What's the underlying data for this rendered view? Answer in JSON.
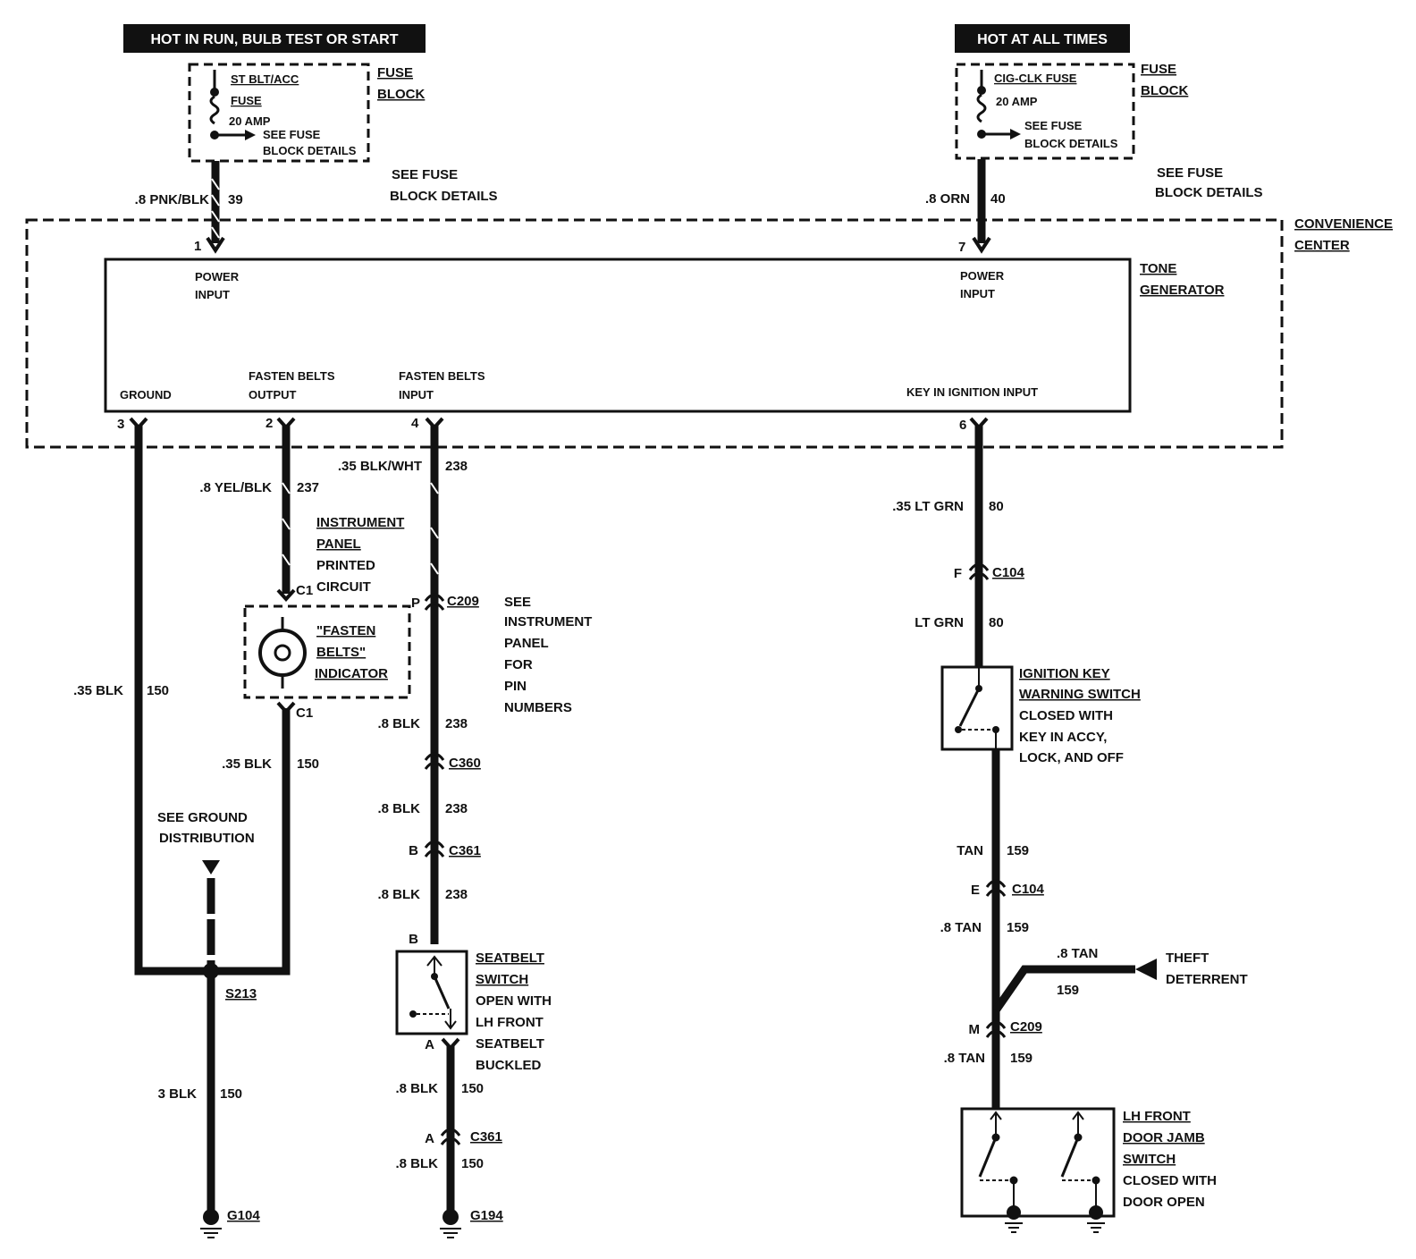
{
  "headers": {
    "left": "HOT IN RUN,  BULB TEST OR START",
    "right": "HOT AT ALL TIMES"
  },
  "fuse_left": {
    "name1": "ST BLT/ACC",
    "name2": "FUSE",
    "rating": "20 AMP",
    "see1": "SEE FUSE",
    "see2": "BLOCK DETAILS",
    "block1": "FUSE",
    "block2": "BLOCK"
  },
  "fuse_right": {
    "name": "CIG-CLK FUSE",
    "rating": "20 AMP",
    "see1": "SEE FUSE",
    "see2": "BLOCK DETAILS",
    "block1": "FUSE",
    "block2": "BLOCK"
  },
  "see_fuse_mid": {
    "line1": "SEE FUSE",
    "line2": "BLOCK DETAILS"
  },
  "see_fuse_right": {
    "line1": "SEE FUSE",
    "line2": "BLOCK DETAILS"
  },
  "convenience_center": {
    "line1": "CONVENIENCE",
    "line2": "CENTER"
  },
  "tone_generator": {
    "line1": "TONE",
    "line2": "GENERATOR",
    "power_input_left": [
      "POWER",
      "INPUT"
    ],
    "power_input_right": [
      "POWER",
      "INPUT"
    ],
    "ground": "GROUND",
    "fasten_output": [
      "FASTEN BELTS",
      "OUTPUT"
    ],
    "fasten_input": [
      "FASTEN BELTS",
      "INPUT"
    ],
    "key_input": "KEY IN IGNITION INPUT",
    "pins": {
      "p1": "1",
      "p7": "7",
      "p3": "3",
      "p2": "2",
      "p4": "4",
      "p6": "6"
    }
  },
  "wires": {
    "w39": {
      "gauge": ".8 PNK/BLK",
      "circuit": "39"
    },
    "w40": {
      "gauge": ".8 ORN",
      "circuit": "40"
    },
    "w150a": {
      "gauge": ".35 BLK",
      "circuit": "150"
    },
    "w237": {
      "gauge": ".8 YEL/BLK",
      "circuit": "237"
    },
    "w238a": {
      "gauge": ".35 BLK/WHT",
      "circuit": "238"
    },
    "w80a": {
      "gauge": ".35 LT GRN",
      "circuit": "80"
    },
    "w80b": {
      "gauge": "LT GRN",
      "circuit": "80"
    },
    "w150b": {
      "gauge": ".35 BLK",
      "circuit": "150"
    },
    "w238b": {
      "gauge": ".8 BLK",
      "circuit": "238"
    },
    "w238c": {
      "gauge": ".8 BLK",
      "circuit": "238"
    },
    "w238d": {
      "gauge": ".8 BLK",
      "circuit": "238"
    },
    "w150c": {
      "gauge": "3 BLK",
      "circuit": "150"
    },
    "w150d": {
      "gauge": ".8 BLK",
      "circuit": "150"
    },
    "w150e": {
      "gauge": ".8 BLK",
      "circuit": "150"
    },
    "w159a": {
      "gauge": "TAN",
      "circuit": "159"
    },
    "w159b": {
      "gauge": ".8 TAN",
      "circuit": "159"
    },
    "w159c": {
      "gauge": ".8 TAN",
      "circuit": "159"
    },
    "w159d": {
      "gauge": ".8 TAN",
      "circuit": "159"
    }
  },
  "instrument_panel_circuit": [
    "INSTRUMENT",
    "PANEL",
    "PRINTED",
    "CIRCUIT"
  ],
  "indicator": {
    "line1": "\"FASTEN",
    "line2": "BELTS\"",
    "line3": "INDICATOR",
    "conn_top": "C1",
    "conn_bottom": "C1"
  },
  "see_instrument_panel": [
    "SEE",
    "INSTRUMENT",
    "PANEL",
    "FOR",
    "PIN",
    "NUMBERS"
  ],
  "connectors": {
    "c209_left": {
      "pin": "P",
      "name": "C209"
    },
    "c360": {
      "name": "C360"
    },
    "c361_top": {
      "pin": "B",
      "name": "C361"
    },
    "c361_bottom": {
      "pin": "A",
      "name": "C361"
    },
    "c104_top": {
      "pin": "F",
      "name": "C104"
    },
    "c104_bottom": {
      "pin": "E",
      "name": "C104"
    },
    "c209_right": {
      "pin": "M",
      "name": "C209"
    }
  },
  "seatbelt_switch": {
    "pin_top": "B",
    "pin_bottom": "A",
    "lines": [
      "SEATBELT",
      "SWITCH",
      "OPEN WITH",
      "LH FRONT",
      "SEATBELT",
      "BUCKLED"
    ]
  },
  "ignition_switch": {
    "lines": [
      "IGNITION KEY",
      "WARNING SWITCH",
      "CLOSED WITH",
      "KEY IN ACCY,",
      "LOCK, AND OFF"
    ]
  },
  "door_switch": {
    "lines": [
      "LH FRONT",
      "DOOR JAMB",
      "SWITCH",
      "CLOSED WITH",
      "DOOR OPEN"
    ]
  },
  "theft": {
    "line1": "THEFT",
    "line2": "DETERRENT"
  },
  "ground_distribution": {
    "line1": "SEE GROUND",
    "line2": "DISTRIBUTION"
  },
  "splice": "S213",
  "grounds": {
    "g_left": "G104",
    "g_mid": "G194"
  }
}
